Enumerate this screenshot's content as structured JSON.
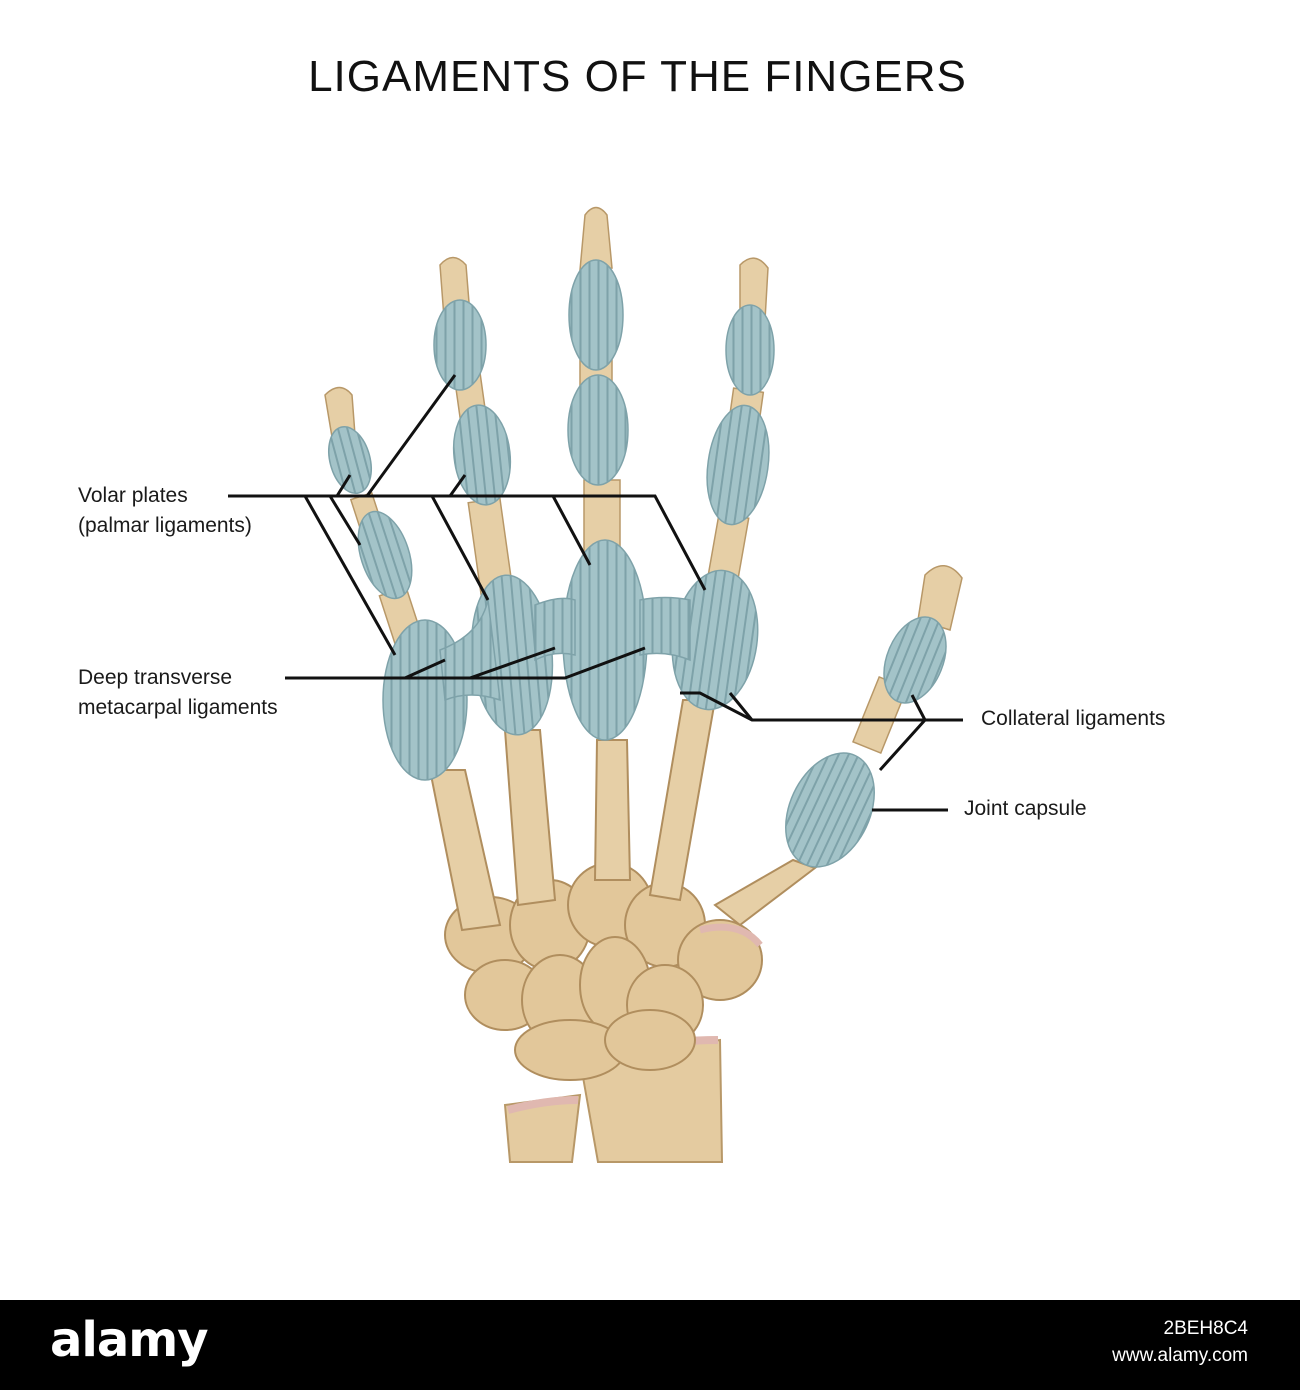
{
  "title": "LIGAMENTS OF THE FINGERS",
  "labels": {
    "volar_line1": "Volar plates",
    "volar_line2": "(palmar ligaments)",
    "deep_line1": "Deep transverse",
    "deep_line2": "metacarpal ligaments",
    "collateral": "Collateral ligaments",
    "capsule": "Joint capsule"
  },
  "watermark": {
    "brand": "alamy",
    "image_id": "2BEH8C4",
    "site": "www.alamy.com"
  },
  "colors": {
    "bone": "#e6cfa6",
    "bone_shade": "#c9a97a",
    "ligament": "#9fbfc4",
    "ligament_stripe": "#7fa3aa",
    "leader_line": "#111111",
    "footer": "#000000"
  }
}
